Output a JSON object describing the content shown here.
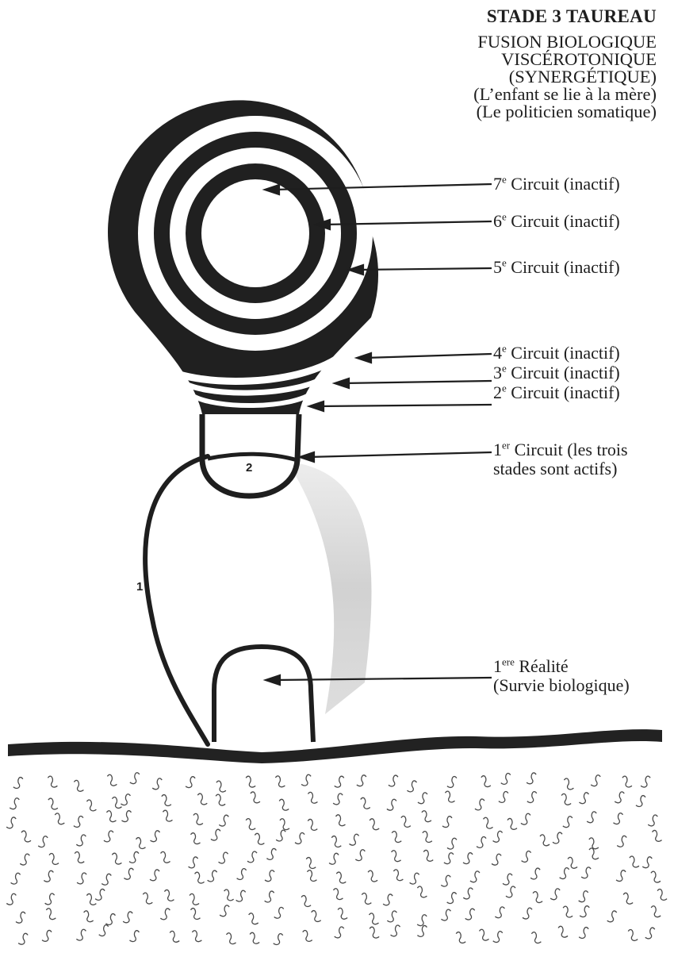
{
  "title": "STADE 3 TAUREAU",
  "subtitle_lines": [
    "FUSION BIOLOGIQUE",
    "VISCÉROTONIQUE",
    "(SYNERGÉTIQUE)",
    "(L’enfant se lie à la mère)",
    "(Le politicien somatique)"
  ],
  "labels": {
    "c7": {
      "num": "7",
      "sup": "e",
      "text": " Circuit (inactif)"
    },
    "c6": {
      "num": "6",
      "sup": "e",
      "text": " Circuit (inactif)"
    },
    "c5": {
      "num": "5",
      "sup": "e",
      "text": " Circuit (inactif)"
    },
    "c4": {
      "num": "4",
      "sup": "e",
      "text": " Circuit (inactif)"
    },
    "c3": {
      "num": "3",
      "sup": "e",
      "text": " Circuit (inactif)"
    },
    "c2": {
      "num": "2",
      "sup": "e",
      "text": " Circuit (inactif)"
    },
    "c1": {
      "num": "1",
      "sup": "er",
      "text": " Circuit (les trois",
      "line2": "stades sont actifs)"
    },
    "reality": {
      "num": "1",
      "sup": "ere",
      "text": " Réalité",
      "line2": "(Survie biologique)"
    }
  },
  "markers": {
    "one": "1",
    "two": "2"
  },
  "colors": {
    "ink": "#1e1e1e",
    "shade": "#cfcfcf"
  }
}
